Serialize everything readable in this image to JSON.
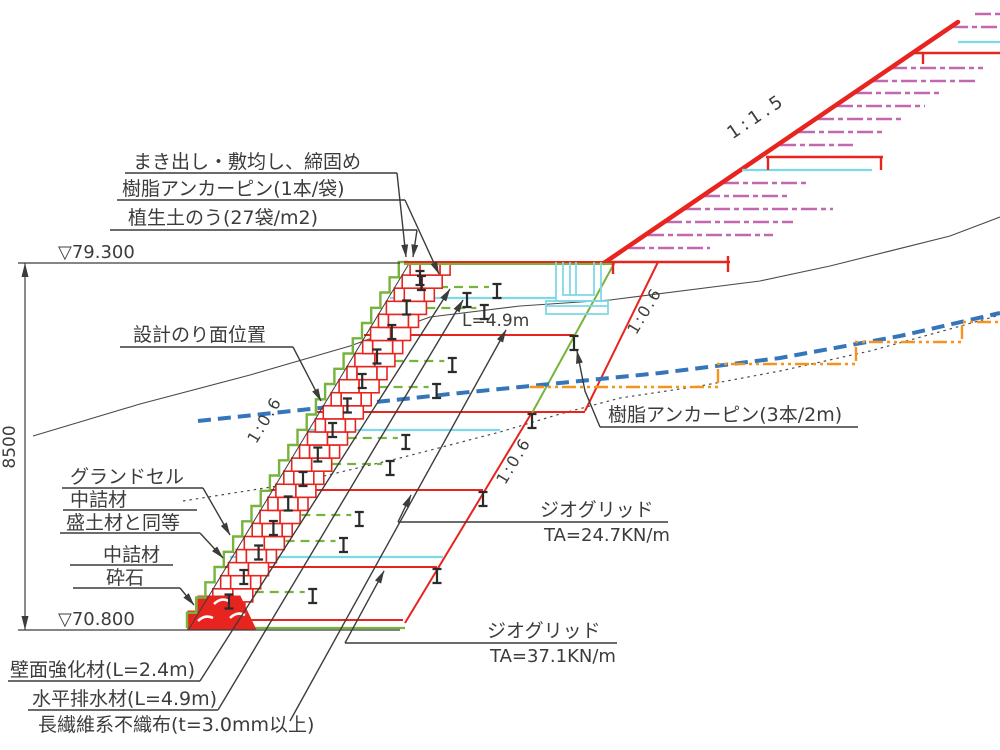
{
  "colors": {
    "red": "#e8241f",
    "green": "#76b43c",
    "magenta": "#c268b0",
    "cyan": "#7fd8e8",
    "blue": "#3576bb",
    "orange": "#f6931d",
    "ink": "#3d3c3b"
  },
  "labels": {
    "spreading": "まき出し・敷均し、締固め",
    "anchor_pin_per_bag": "樹脂アンカーピン(1本/袋)",
    "vegetation_bag": "植生土のう(27袋/m2)",
    "design_slope": "設計のり面位置",
    "ground_cell": "グランドセル",
    "infill1_line1": "中詰材",
    "infill1_line2": "盛土材と同等",
    "infill2_line1": "中詰材",
    "infill2_line2": "砕石",
    "wall_reinf": "壁面強化材(L=2.4m)",
    "horiz_drain": "水平排水材(L=4.9m)",
    "nonwoven": "長繊維系不織布(t=3.0mm以上)",
    "drain_len": "L=4.9m",
    "anchor_pin_3per2m": "樹脂アンカーピン(3本/2m)",
    "geogrid1_name": "ジオグリッド",
    "geogrid1_ta": "TA=24.7KN/m",
    "geogrid2_name": "ジオグリッド",
    "geogrid2_ta": "TA=37.1KN/m"
  },
  "elevations": {
    "top": "▽79.300",
    "bottom": "▽70.800"
  },
  "dimensions": {
    "wall_height": "8500"
  },
  "slopes": {
    "upper": "1:1.5",
    "face": "1:0.6",
    "cut_upper": "1:0.6",
    "cut_lower": "1:0.6"
  }
}
